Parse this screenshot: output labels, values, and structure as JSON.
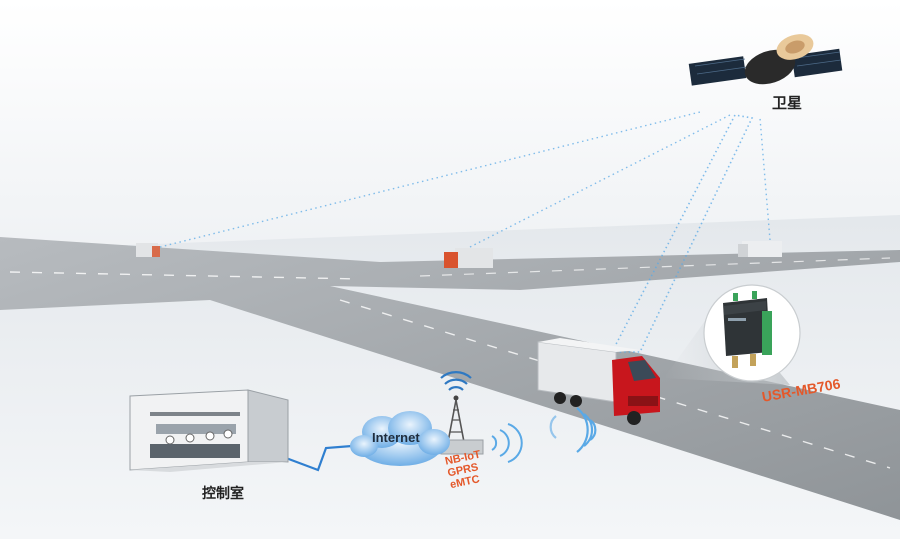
{
  "labels": {
    "satellite": "卫星",
    "internet": "Internet",
    "control_room": "控制室",
    "device_model": "USR-MB706"
  },
  "network_types": [
    "NB-IoT",
    "GPRS",
    "eMTC"
  ],
  "colors": {
    "accent_orange": "#e4582a",
    "signal_blue": "#5aa9e6",
    "cloud_blue": "#7db6e8",
    "truck_red": "#c8161d",
    "road_gray": "#9ea3a8",
    "sky_gray": "#e6e9ec"
  },
  "icons": [
    "satellite-icon",
    "truck-icon",
    "cell-tower-icon",
    "cloud-icon",
    "control-room-icon",
    "router-device-icon",
    "signal-wave-icon"
  ]
}
